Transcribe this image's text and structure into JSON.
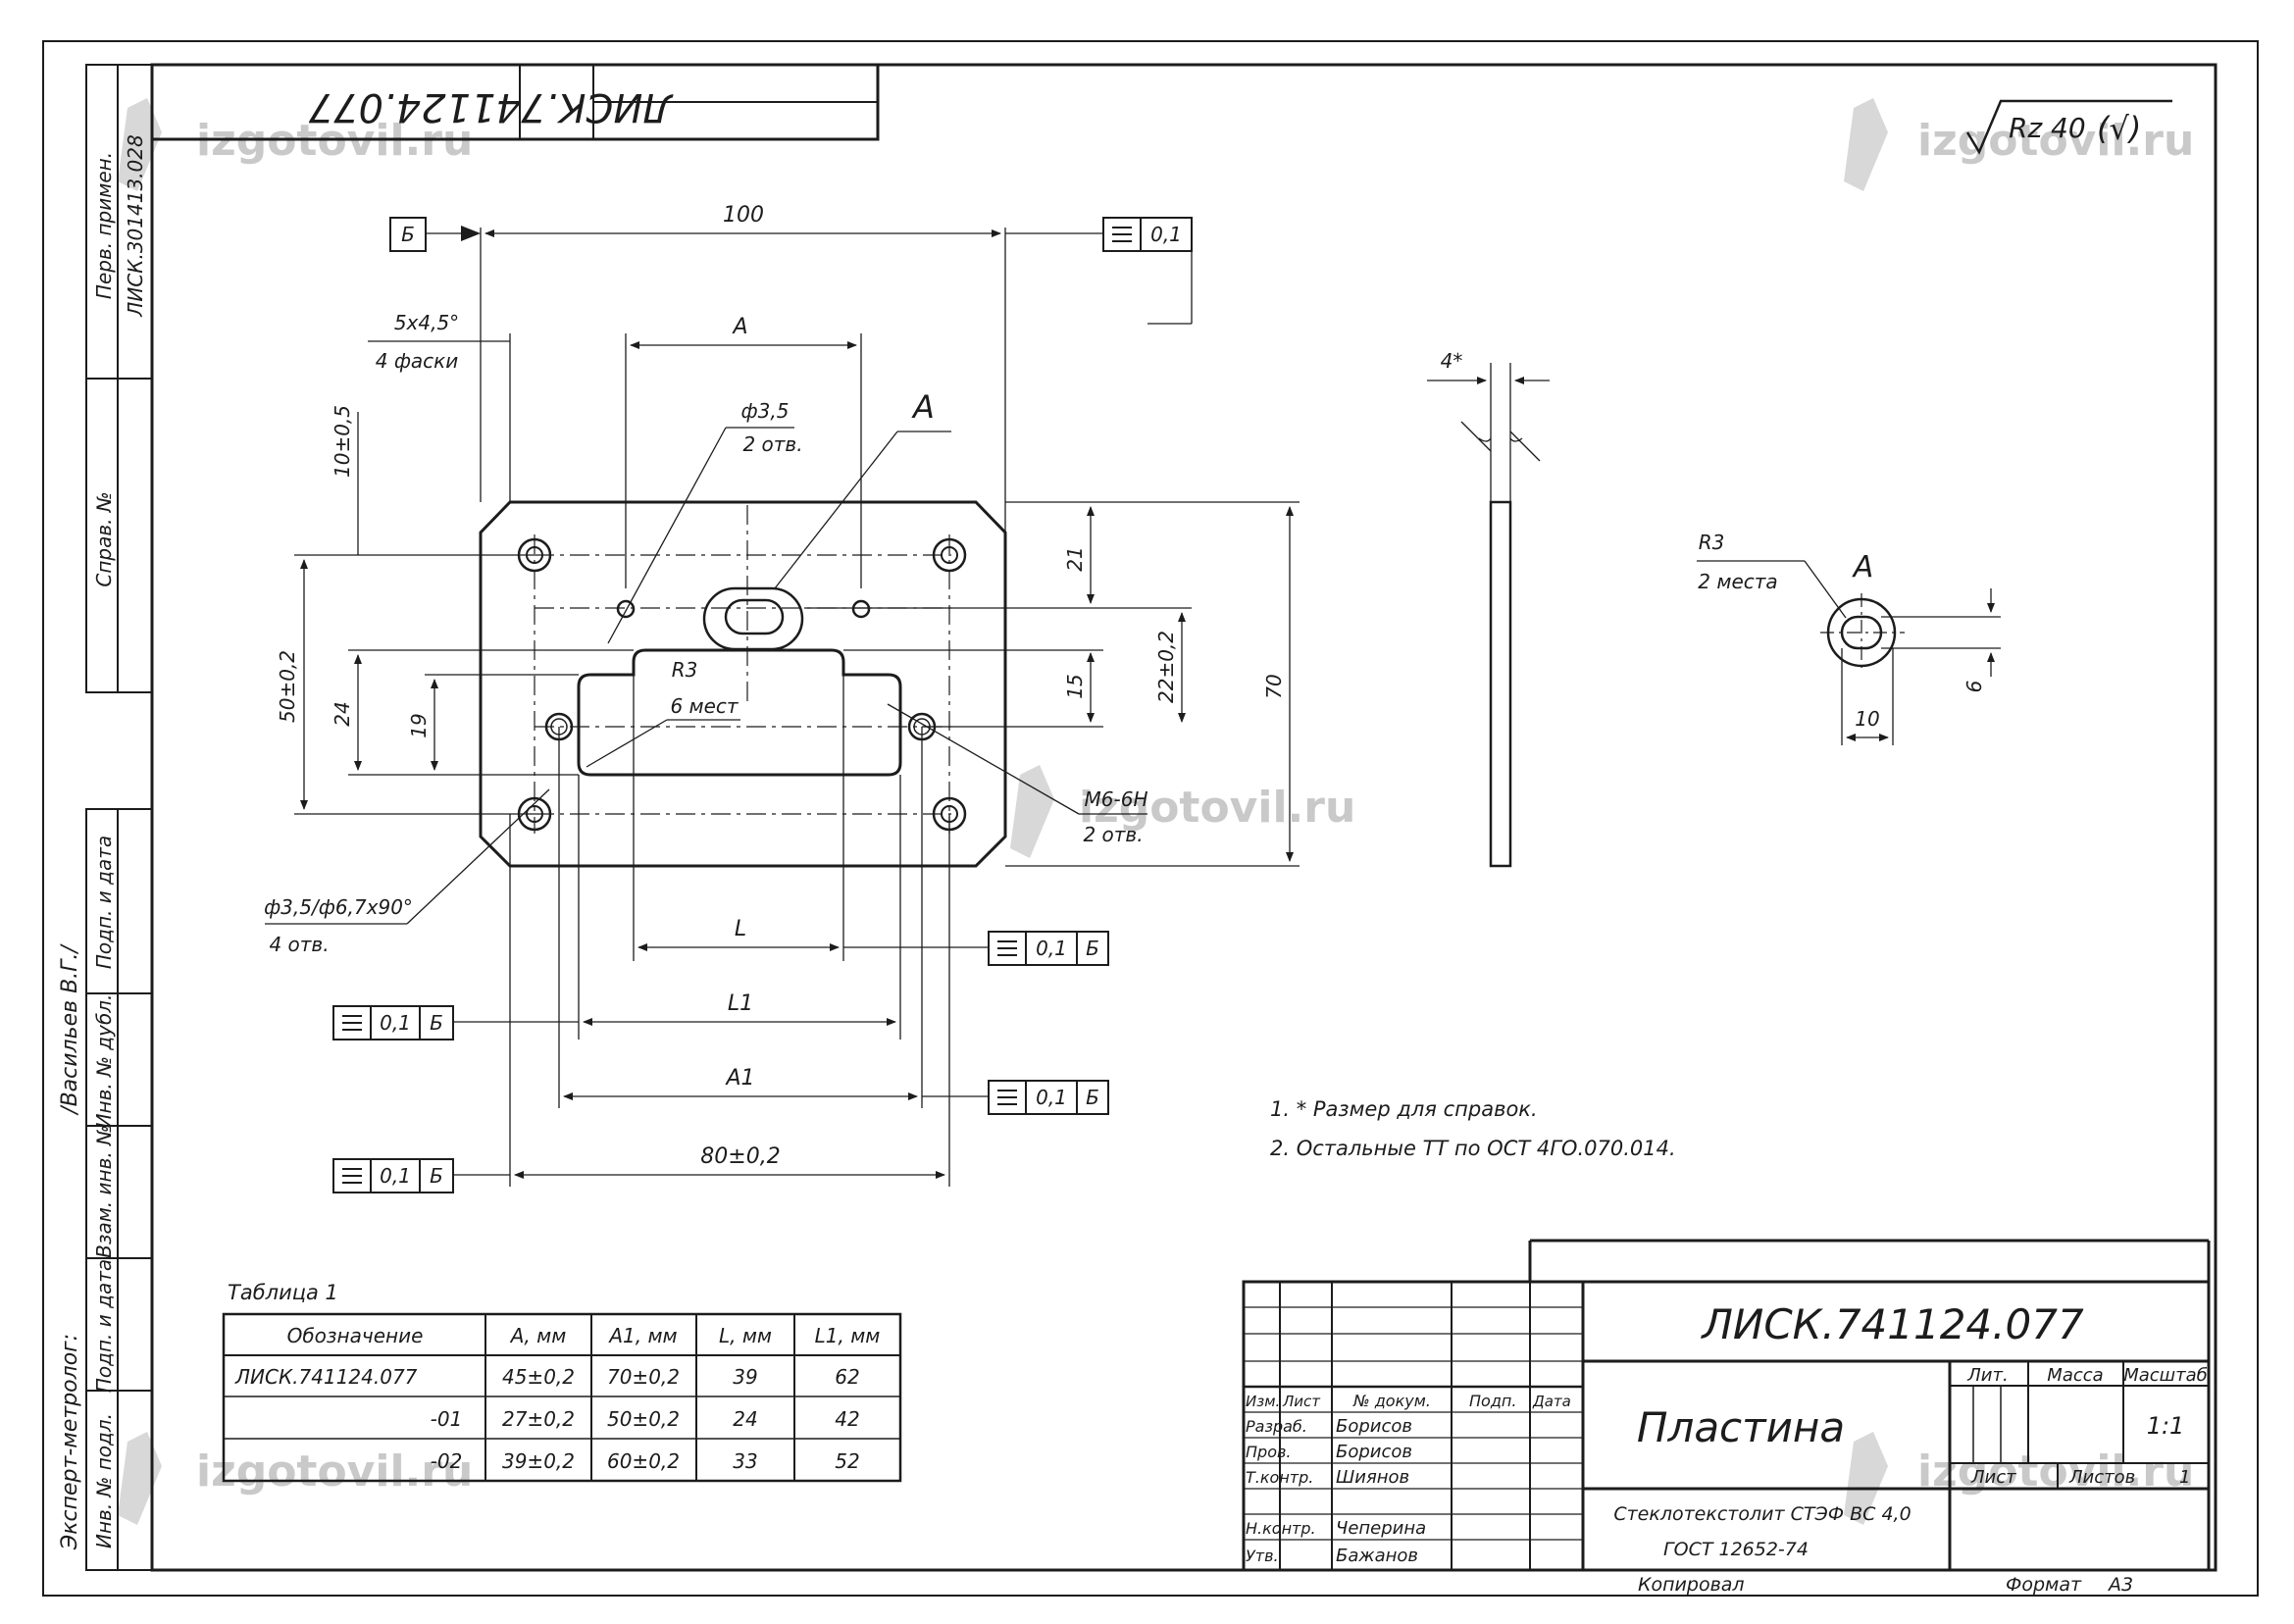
{
  "watermark": "izgotovil.ru",
  "drawing": {
    "code": "ЛИСК.741124.077",
    "title": "Пластина",
    "material_line1": "Стеклотекстолит СТЭФ ВС 4,0",
    "material_line2": "ГОСТ 12652-74",
    "roughness": "Rz 40",
    "copied": "Копировал",
    "format_label": "Формат",
    "format_value": "А3"
  },
  "side_strip": {
    "perv_primen": "Перв. примен.",
    "perv_code": "ЛИСК.301413.028",
    "sprav_no": "Справ. №",
    "podp_data_1": "Подп. и дата",
    "inv_dubl": "Инв. № дубл.",
    "vzam_inv": "Взам. инв. №",
    "podp_data_2": "Подп. и дата",
    "inv_podl": "Инв. № подл.",
    "expert": "Эксперт-метролог:",
    "expert_name": "/Васильев В.Г./"
  },
  "dims": {
    "d100": "100",
    "chamfer": "5x4,5°",
    "chamfer_count": "4 фаски",
    "dimA": "А",
    "d10": "10±0,5",
    "hole35": "ф3,5",
    "hole35_count": "2 отв.",
    "viewA": "А",
    "d21": "21",
    "d15": "15",
    "d22": "22±0,2",
    "d70": "70",
    "d50": "50±0,2",
    "d24": "24",
    "d19": "19",
    "r3": "R3",
    "r3_count": "6 мест",
    "m6": "М6-6Н",
    "m6_count": "2 отв.",
    "csk": "ф3,5/ф6,7х90°",
    "csk_count": "4 отв.",
    "dimL": "L",
    "dimL1": "L1",
    "dimA1": "А1",
    "d80": "80±0,2",
    "base_b": "Б",
    "tol": "0,1",
    "thick": "4*",
    "detail_r3": "R3",
    "detail_r3_count": "2 места",
    "detail_a": "А",
    "detail_6": "6",
    "detail_10": "10"
  },
  "notes": [
    "1.  * Размер для справок.",
    "2.  Остальные ТТ по ОСТ 4ГО.070.014."
  ],
  "table": {
    "caption": "Таблица 1",
    "headers": [
      "Обозначение",
      "А, мм",
      "А1, мм",
      "L, мм",
      "L1, мм"
    ],
    "rows": [
      [
        "ЛИСК.741124.077",
        "45±0,2",
        "70±0,2",
        "39",
        "62"
      ],
      [
        "-01",
        "27±0,2",
        "50±0,2",
        "24",
        "42"
      ],
      [
        "-02",
        "39±0,2",
        "60±0,2",
        "33",
        "52"
      ]
    ]
  },
  "title_block": {
    "col_izm": "Изм.",
    "col_list": "Лист",
    "col_doc": "№ докум.",
    "col_podp": "Подп.",
    "col_data": "Дата",
    "razrab": "Разраб.",
    "razrab_name": "Борисов",
    "prov": "Пров.",
    "prov_name": "Борисов",
    "tkontr": "Т.контр.",
    "tkontr_name": "Шиянов",
    "nkontr": "Н.контр.",
    "nkontr_name": "Чеперина",
    "utv": "Утв.",
    "utv_name": "Бажанов",
    "lit": "Лит.",
    "massa": "Масса",
    "masshtab": "Масштаб",
    "scale_value": "1:1",
    "list": "Лист",
    "listov": "Листов",
    "listov_value": "1"
  }
}
